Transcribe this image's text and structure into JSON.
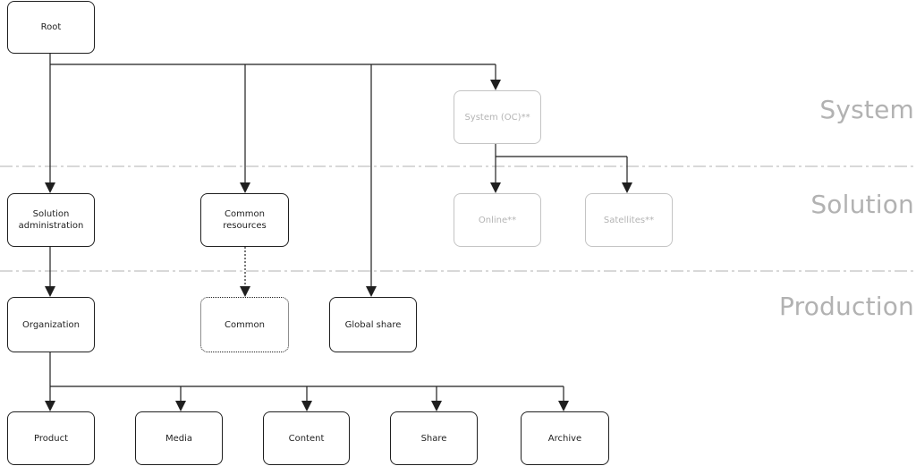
{
  "colors": {
    "line": "#1f1f1f",
    "faded": "#c4c4c4",
    "separator": "#b2b2b2",
    "layer_label": "#b2b2b2"
  },
  "layers": {
    "system": "System",
    "solution": "Solution",
    "production": "Production"
  },
  "nodes": {
    "root": "Root",
    "system_oc": "System (OC)**",
    "solution_administration": "Solution\nadministration",
    "common_resources": "Common\nresources",
    "online": "Online**",
    "satellites": "Satellites**",
    "organization": "Organization",
    "common": "Common",
    "global_share": "Global share",
    "product": "Product",
    "media": "Media",
    "content": "Content",
    "share": "Share",
    "archive": "Archive"
  }
}
